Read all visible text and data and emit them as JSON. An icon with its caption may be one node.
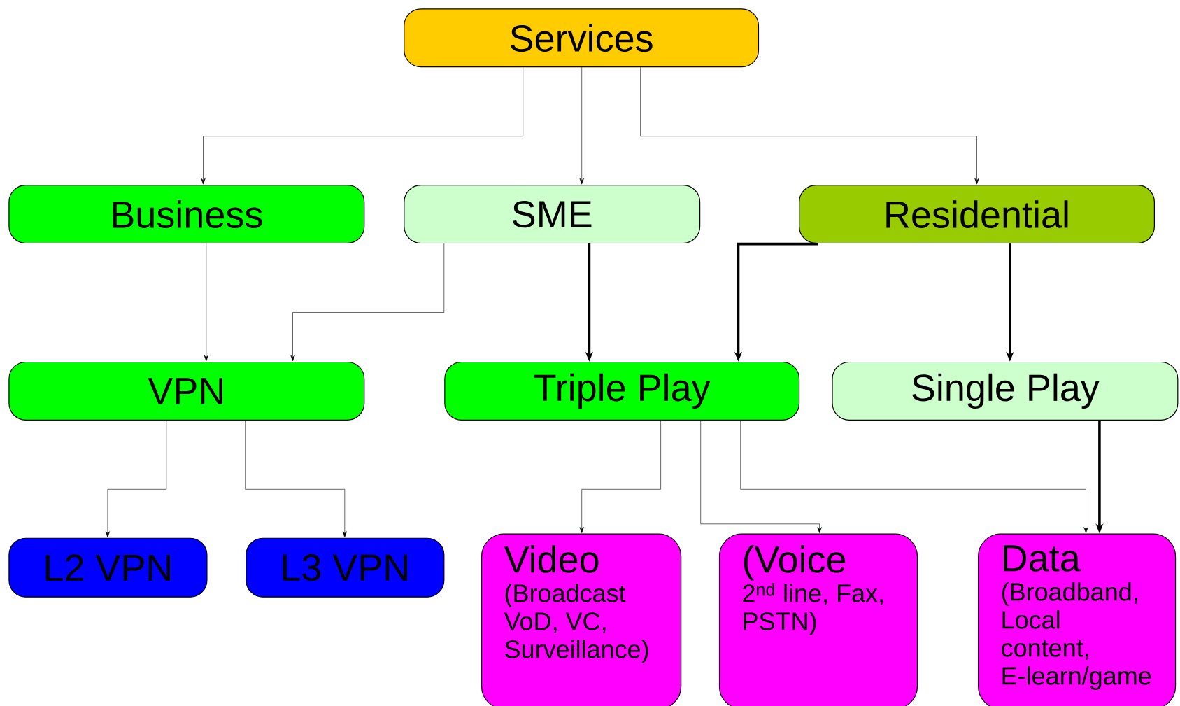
{
  "diagram": {
    "nodes": [
      {
        "text": [
          "Services"
        ]
      },
      {
        "text": [
          "Business"
        ]
      },
      {
        "text": [
          "SME"
        ]
      },
      {
        "text": [
          "Residential"
        ]
      },
      {
        "text": [
          "VPN"
        ]
      },
      {
        "text": [
          "Triple Play"
        ]
      },
      {
        "text": [
          "Single Play"
        ]
      },
      {
        "text": [
          "L2 VPN"
        ]
      },
      {
        "text": [
          "L3 VPN"
        ]
      },
      {
        "text": [
          "Video",
          "(Broadcast VoD, VC, Surveillance)"
        ]
      },
      {
        "text": [
          "(Voice",
          "2$^{nd}$ line, Fax, PSTN)"
        ]
      },
      {
        "text": [
          "Data",
          "(Broadband, Local content, E-learn/game"
        ]
      }
    ],
    "edges": [
      {
        "from": 0,
        "to": 1,
        "arrow": "to"
      },
      {
        "from": 0,
        "to": 2,
        "arrow": "to"
      },
      {
        "from": 0,
        "to": 3,
        "arrow": "to"
      },
      {
        "from": 1,
        "to": 4,
        "arrow": "to"
      },
      {
        "from": 2,
        "to": 4,
        "arrow": "to"
      },
      {
        "from": 2,
        "to": 5,
        "arrow": "to",
        "style": "thick"
      },
      {
        "from": 3,
        "to": 5,
        "arrow": "to",
        "style": "thick"
      },
      {
        "from": 3,
        "to": 6,
        "arrow": "to",
        "style": "thick"
      },
      {
        "from": 4,
        "to": 7,
        "arrow": "to"
      },
      {
        "from": 4,
        "to": 8,
        "arrow": "to"
      },
      {
        "from": 5,
        "to": 9,
        "arrow": "to"
      },
      {
        "from": 5,
        "to": 10,
        "arrow": "to"
      },
      {
        "from": 5,
        "to": 11,
        "arrow": "to"
      },
      {
        "from": 6,
        "to": 11,
        "arrow": "to",
        "style": "thick"
      }
    ]
  }
}
